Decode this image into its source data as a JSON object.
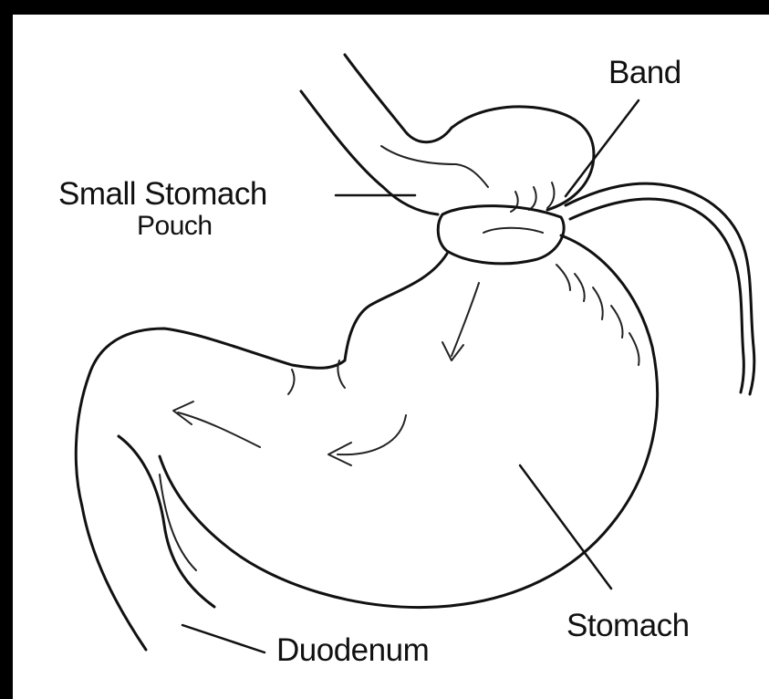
{
  "labels": {
    "band": "Band",
    "pouch_line1": "Small Stomach",
    "pouch_line2": "Pouch",
    "stomach": "Stomach",
    "duodenum": "Duodenum"
  },
  "colors": {
    "line": "#111111",
    "frame": "#000000",
    "background": "#ffffff"
  }
}
